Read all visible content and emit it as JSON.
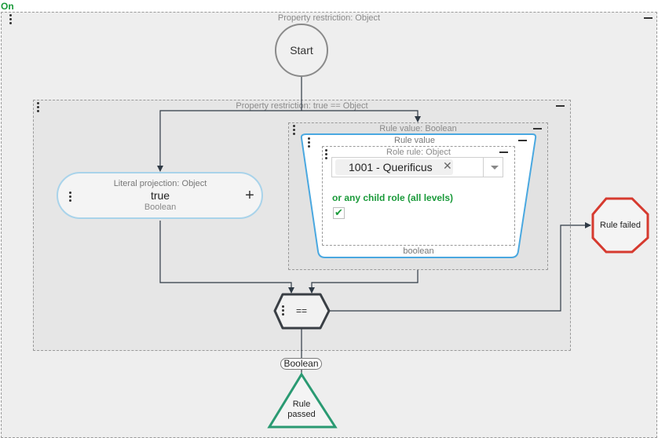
{
  "toggle": {
    "label": "On"
  },
  "outer": {
    "title": "Property restriction: Object"
  },
  "start": {
    "label": "Start"
  },
  "restriction": {
    "title": "Property restriction: true == Object"
  },
  "literal": {
    "title": "Literal projection: Object",
    "value": "true",
    "type": "Boolean"
  },
  "rule_value": {
    "title": "Rule value: Boolean",
    "inner_title": "Rule value",
    "role_rule_title": "Role rule: Object",
    "selected_role": "1001 - Querificus",
    "child_role_label": "or any child role (all levels)",
    "child_role_checked": true,
    "type": "boolean"
  },
  "operator": {
    "label": "=="
  },
  "output": {
    "type": "Boolean"
  },
  "rule_failed": {
    "label": "Rule failed"
  },
  "rule_passed": {
    "line1": "Rule",
    "line2": "passed"
  },
  "colors": {
    "toggle_green": "#1a9a3a",
    "wire": "#2f3a45",
    "literal_border": "#a9d3ea",
    "rule_value_border": "#4aa8e0",
    "failed_red": "#d63a2f",
    "passed_green": "#2a9a72",
    "checkbox_green": "#1a9a3a"
  }
}
